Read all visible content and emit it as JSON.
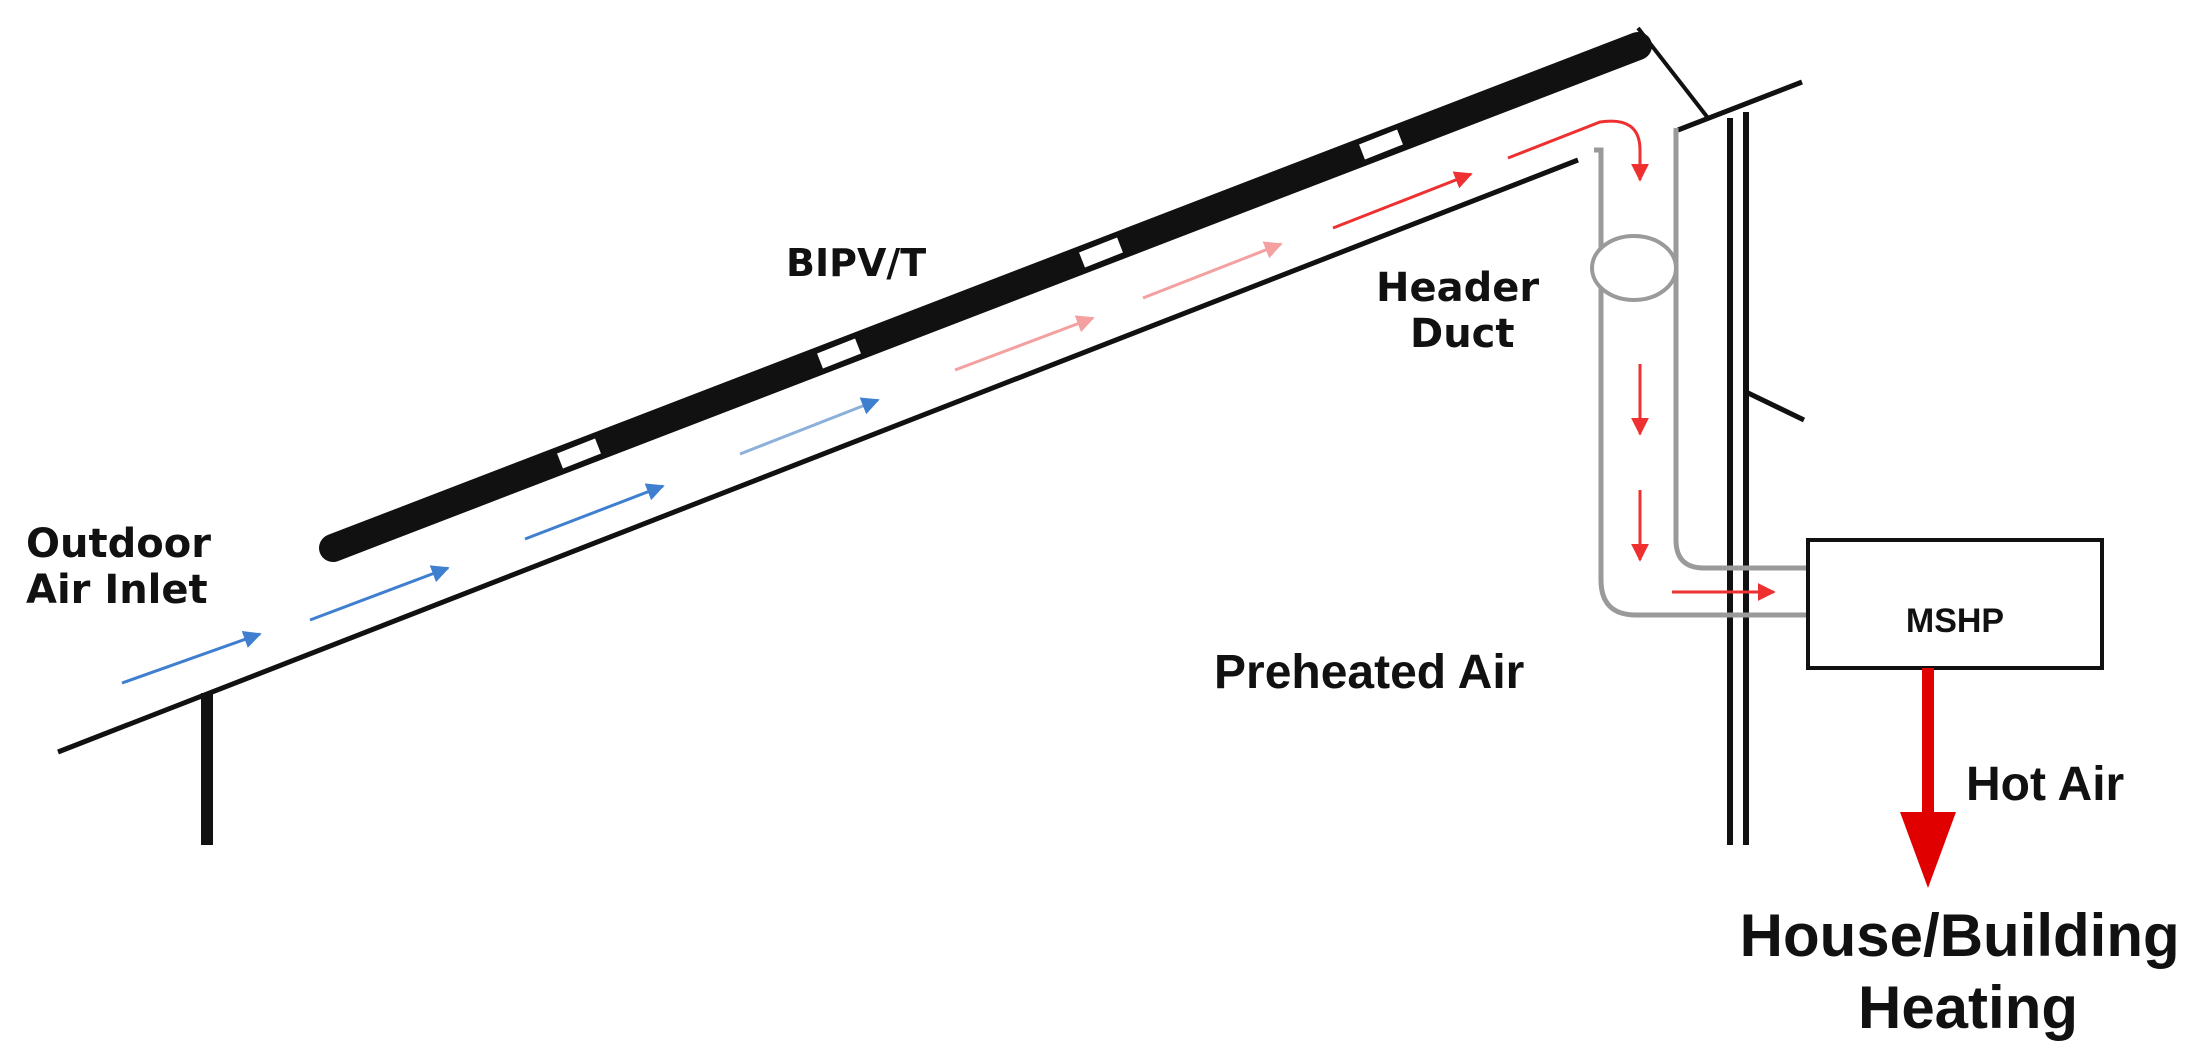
{
  "labels": {
    "bipvt": "BIPV/T",
    "outdoor_line1": "Outdoor",
    "outdoor_line2": "Air Inlet",
    "header_line1": "Header",
    "header_line2": "Duct",
    "preheated": "Preheated Air",
    "mshp": "MSHP",
    "hot_air": "Hot Air",
    "house_line1": "House/Building",
    "house_line2": "Heating"
  },
  "colors": {
    "cold_air": "#3f7fcf",
    "warm_air_light": "#f4a0a0",
    "warm_air": "#ee3030",
    "hot_air_arrow": "#e00000",
    "structure": "#111111",
    "duct": "#9a9a9a"
  }
}
